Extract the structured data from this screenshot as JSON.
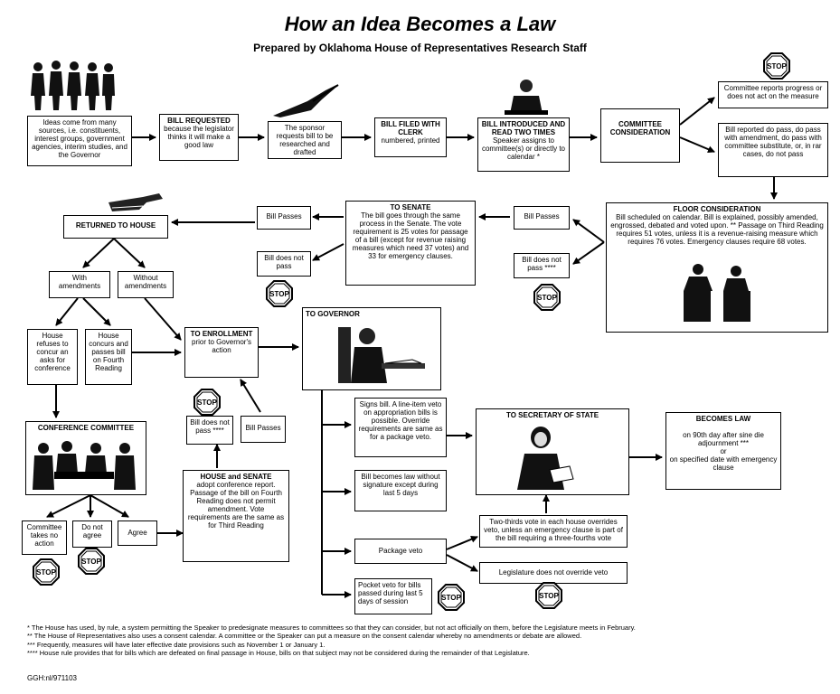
{
  "title": "How an Idea Becomes a Law",
  "subtitle": "Prepared by Oklahoma House of Representatives Research Staff",
  "stop_label": "STOP",
  "boxes": {
    "ideas": "Ideas come from many sources, i.e. constituents, interest groups, government agencies, interim studies, and the Governor",
    "bill_requested_h": "BILL REQUESTED",
    "bill_requested": "because the legislator thinks it will make a good law",
    "sponsor": "The sponsor requests bill to be researched and drafted",
    "bill_filed_h": "BILL FILED WITH CLERK",
    "bill_filed": "numbered, printed",
    "introduced_h": "BILL INTRODUCED AND READ TWO TIMES",
    "introduced": "Speaker assigns to committee(s) or directly to calendar *",
    "committee_h": "COMMITTEE CONSIDERATION",
    "committee_progress": "Committee reports progress or does not act on the measure",
    "committee_reported": "Bill reported do pass, do pass with amendment, do pass with committee substitute, or, in rar cases, do not pass",
    "floor_h": "FLOOR CONSIDERATION",
    "floor": "Bill scheduled on calendar. Bill is explained, possibly amended, engrossed, debated and voted upon. ** Passage on Third Reading requires 51 votes, unless it is a revenue-raising measure which requires 76 votes. Emergency clauses require 68 votes.",
    "bill_passes_house": "Bill Passes",
    "bill_not_pass_house": "Bill does not pass ****",
    "senate_h": "TO SENATE",
    "senate": "The bill goes through the same process in the Senate. The vote requirement is 25 votes for passage of a bill (except for revenue raising measures which need 37 votes) and 33 for emergency clauses.",
    "bill_passes_senate": "Bill Passes",
    "bill_not_pass_senate": "Bill does not pass",
    "returned_h": "RETURNED TO HOUSE",
    "with_amend": "With amendments",
    "without_amend": "Without amendments",
    "refuses": "House refuses to concur an asks for conference",
    "concurs": "House concurs and passes bill on Fourth Reading",
    "enrollment_h": "TO ENROLLMENT",
    "enrollment": "prior to Governor's action",
    "governor_h": "TO GOVERNOR",
    "conference_h": "CONFERENCE COMMITTEE",
    "committee_no_action": "Committee takes no action",
    "do_not_agree": "Do not agree",
    "agree": "Agree",
    "bill_not_pass_conf": "Bill does not pass ****",
    "bill_passes_conf": "Bill Passes",
    "house_senate_h": "HOUSE and SENATE",
    "house_senate": "adopt conference report. Passage of the bill on Fourth Reading does not permit amendment. Vote requirements are the same as for Third Reading",
    "signs": "Signs bill. A line-item veto on appropriation bills is possible. Override requirements are same as for a package veto.",
    "becomes_no_sig": "Bill becomes law without signature except during last 5 days",
    "package_veto": "Package veto",
    "pocket_veto": "Pocket veto for bills passed during last 5 days of session",
    "secretary_h": "TO SECRETARY OF STATE",
    "two_thirds": "Two-thirds vote in each house overrides veto, unless an emergency clause is part of the bill requiring a three-fourths vote",
    "no_override": "Legislature does not override veto",
    "becomes_law_h": "BECOMES LAW",
    "becomes_law_1": "on 90th day after sine die adjournment ***",
    "becomes_law_or": "or",
    "becomes_law_2": "on specified date with emergency clause"
  },
  "footnotes": [
    "*    The House has used, by rule, a system permitting the Speaker to predesignate measures to committees so that they can consider, but not act officially on them, before the Legislature meets in February.",
    "**   The House of Representatives also uses a consent calendar.  A committee or the Speaker can put a measure on the consent calendar whereby no amendments or debate are allowed.",
    "***  Frequently, measures will have later effective date provisions such as November 1 or January 1.",
    "**** House rule provides that for bills which are defeated on final passage in House, bills on that subject may not be considered during the remainder of that Legislature."
  ],
  "footer": "GGH:nl/971103"
}
